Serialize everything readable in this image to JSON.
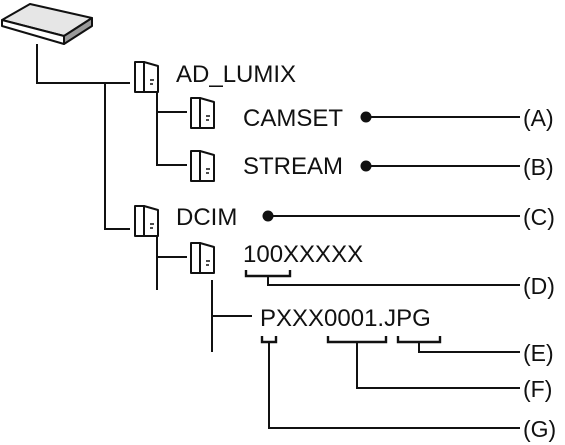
{
  "tree": {
    "root_icon": "card-reader-icon",
    "folders": [
      {
        "id": "ad_lumix",
        "label": "AD_LUMIX",
        "icon": "folder-icon"
      },
      {
        "id": "camset",
        "label": "CAMSET",
        "icon": "folder-icon"
      },
      {
        "id": "stream",
        "label": "STREAM",
        "icon": "folder-icon"
      },
      {
        "id": "dcim",
        "label": "DCIM",
        "icon": "folder-icon"
      },
      {
        "id": "folder100",
        "label": "100XXXXX",
        "icon": "folder-icon"
      }
    ],
    "file": {
      "label": "PXXX0001.JPG"
    }
  },
  "callouts": {
    "a": "(A)",
    "b": "(B)",
    "c": "(C)",
    "d": "(D)",
    "e": "(E)",
    "f": "(F)",
    "g": "(G)"
  }
}
